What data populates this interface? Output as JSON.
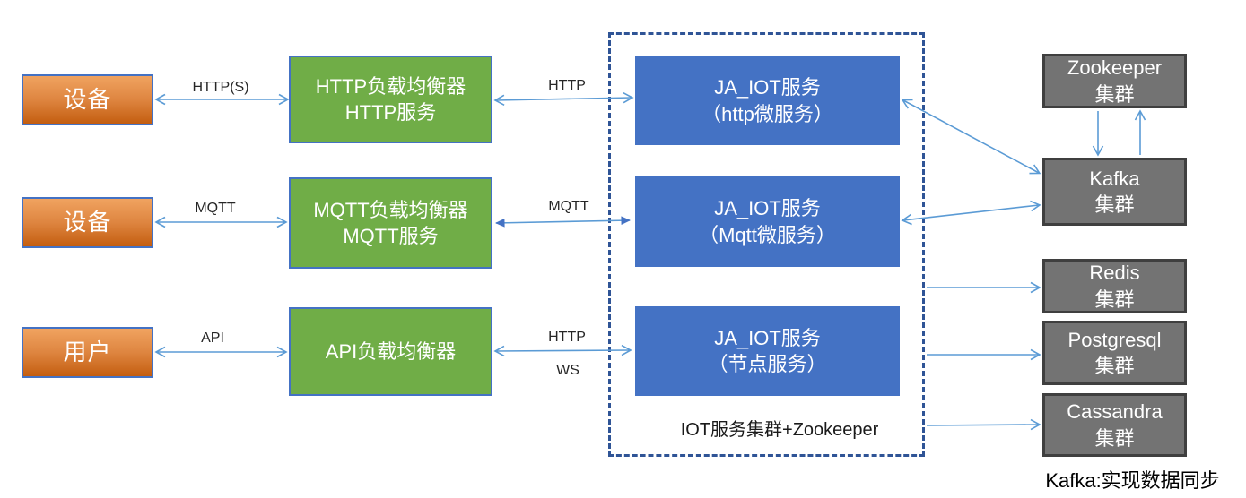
{
  "diagram": {
    "left_nodes": [
      {
        "label": "设备"
      },
      {
        "label": "设备"
      },
      {
        "label": "用户"
      }
    ],
    "lb_nodes": [
      {
        "line1": "HTTP负载均衡器",
        "line2": "HTTP服务"
      },
      {
        "line1": "MQTT负载均衡器",
        "line2": "MQTT服务"
      },
      {
        "line1": "API负载均衡器"
      }
    ],
    "iot_cluster": {
      "caption": "IOT服务集群+Zookeeper",
      "nodes": [
        {
          "line1": "JA_IOT服务",
          "line2": "（http微服务）"
        },
        {
          "line1": "JA_IOT服务",
          "line2": "（Mqtt微服务）"
        },
        {
          "line1": "JA_IOT服务",
          "line2": "（节点服务）"
        }
      ]
    },
    "right_nodes": [
      {
        "line1": "Zookeeper",
        "line2": "集群"
      },
      {
        "line1": "Kafka",
        "line2": "集群"
      },
      {
        "line1": "Redis",
        "line2": "集群"
      },
      {
        "line1": "Postgresql",
        "line2": "集群"
      },
      {
        "line1": "Cassandra",
        "line2": "集群"
      }
    ],
    "edge_labels": {
      "row1_left": "HTTP(S)",
      "row1_mid": "HTTP",
      "row2_left": "MQTT",
      "row2_mid": "MQTT",
      "row3_left": "API",
      "row3_mid_top": "HTTP",
      "row3_mid_bottom": "WS"
    },
    "footnote": "Kafka:实现数据同步",
    "colors": {
      "orange_top": "#F0A360",
      "orange_bottom": "#C45E10",
      "green": "#70AD47",
      "blue": "#4472C4",
      "gray": "#737373",
      "arrow_line": "#5B9BD5",
      "arrow_solid_head": "#4472C4",
      "dashed_border": "#2F5496"
    }
  }
}
